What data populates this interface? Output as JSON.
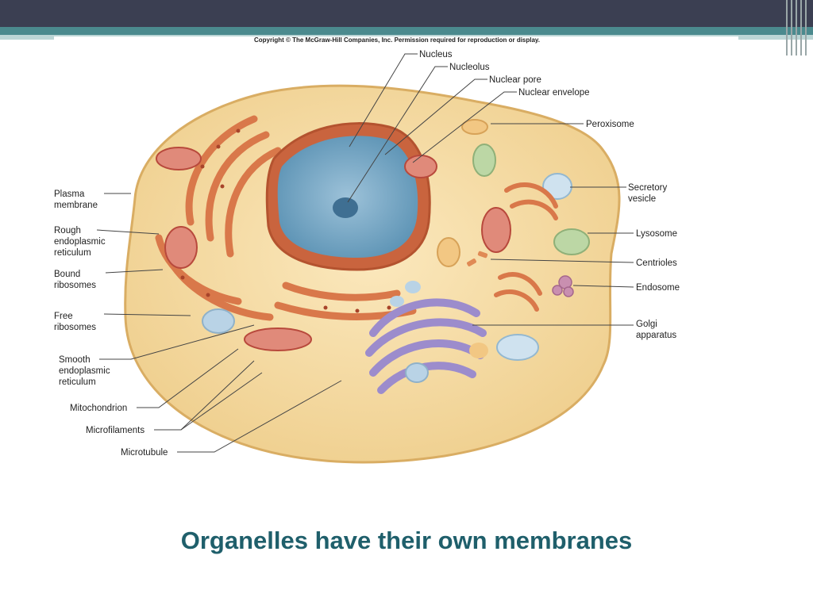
{
  "slide": {
    "title": "Organelles have their own membranes",
    "copyright": "Copyright © The McGraw-Hill Companies, Inc. Permission required for reproduction or display."
  },
  "labels": {
    "nucleus": "Nucleus",
    "nucleolus": "Nucleolus",
    "nuclear_pore": "Nuclear pore",
    "nuclear_envelope": "Nuclear envelope",
    "peroxisome": "Peroxisome",
    "secretory_vesicle": [
      "Secretory",
      "vesicle"
    ],
    "lysosome": "Lysosome",
    "centrioles": "Centrioles",
    "endosome": "Endosome",
    "golgi_apparatus": [
      "Golgi",
      "apparatus"
    ],
    "plasma_membrane": [
      "Plasma",
      "membrane"
    ],
    "rough_er": [
      "Rough",
      "endoplasmic",
      "reticulum"
    ],
    "bound_ribosomes": [
      "Bound",
      "ribosomes"
    ],
    "free_ribosomes": [
      "Free",
      "ribosomes"
    ],
    "smooth_er": [
      "Smooth",
      "endoplasmic",
      "reticulum"
    ],
    "mitochondrion": "Mitochondrion",
    "microfilaments": "Microfilaments",
    "microtubule": "Microtubule"
  },
  "colors": {
    "header": "#3b3f52",
    "teal": "#4b8a8e",
    "title": "#1f5f6b",
    "cytoplasm": "#f6d99c",
    "nucleus": "#7aa9c6",
    "er": "#d9784a",
    "golgi": "#9c8ccc"
  }
}
